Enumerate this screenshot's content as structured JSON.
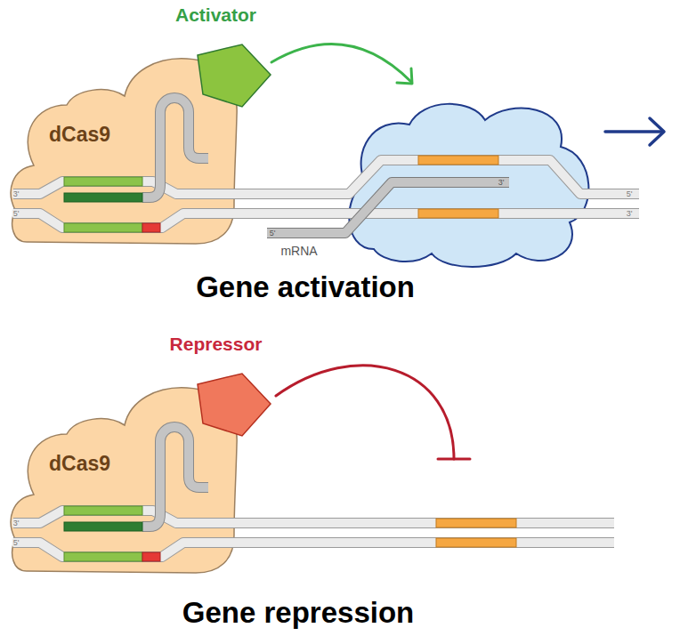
{
  "diagram": {
    "nodes": [
      {
        "text": [
          "Activator"
        ]
      },
      {
        "text": [
          "dCas9"
        ]
      },
      {
        "text": [
          "Repressor"
        ]
      },
      {
        "text": [
          "dCas9"
        ]
      }
    ],
    "labels": [
      "3'",
      "5'",
      "5'",
      "3'",
      "5'",
      "3'",
      "mRNA",
      "Gene activation",
      "3'",
      "5'",
      "Gene repression"
    ]
  }
}
